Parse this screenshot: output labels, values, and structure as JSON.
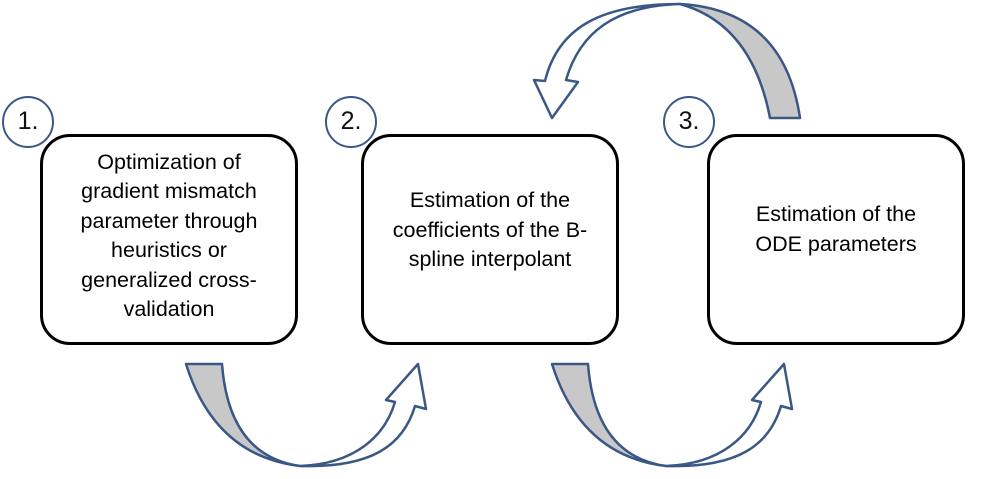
{
  "steps": [
    {
      "number": "1.",
      "text": "Optimization of gradient mismatch parameter through heuristics or generalized cross-validation"
    },
    {
      "number": "2.",
      "text": "Estimation of the coefficients of the B-spline interpolant"
    },
    {
      "number": "3.",
      "text": "Estimation of the ODE parameters"
    }
  ],
  "colors": {
    "arrow_outline": "#3a5886",
    "arrow_shade": "#c8c8c8",
    "badge_outline": "#3a5886",
    "box_outline": "#000000"
  }
}
